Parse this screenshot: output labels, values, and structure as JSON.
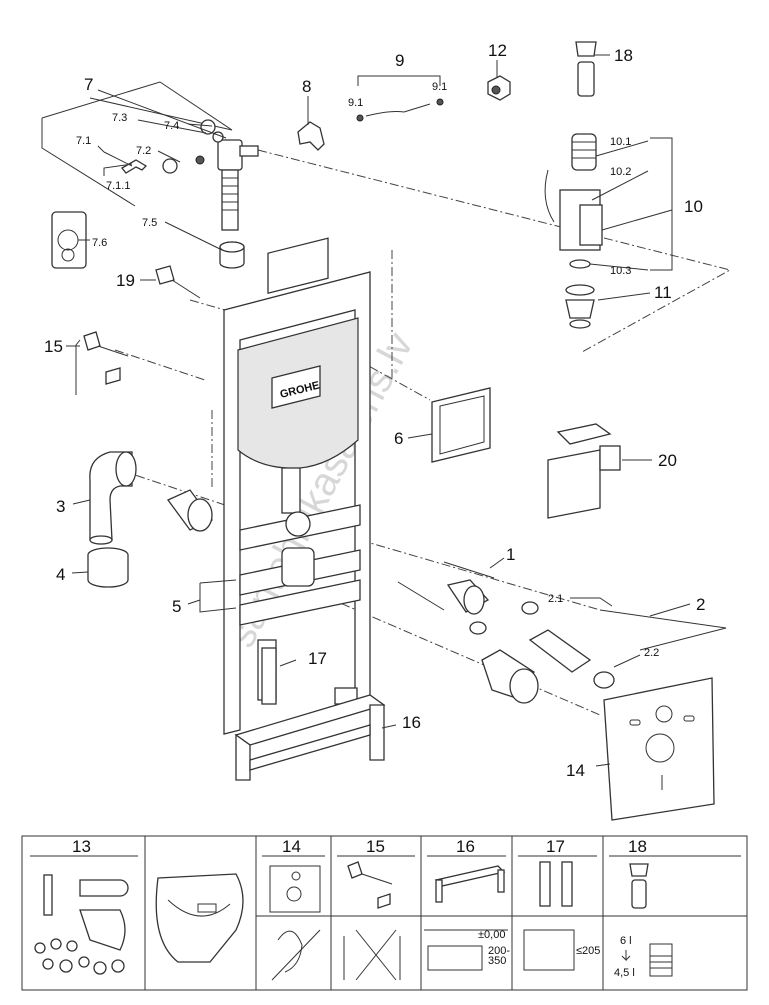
{
  "brand": "GROHE",
  "watermark": "santehnikasalons.lv",
  "labels": {
    "p1": "1",
    "p2": "2",
    "p2_1": "2.1",
    "p2_2": "2.2",
    "p3": "3",
    "p4": "4",
    "p5": "5",
    "p6": "6",
    "p7": "7",
    "p7_1": "7.1",
    "p7_1_1": "7.1.1",
    "p7_2": "7.2",
    "p7_3": "7.3",
    "p7_4": "7.4",
    "p7_5": "7.5",
    "p7_6": "7.6",
    "p8": "8",
    "p9": "9",
    "p9_1a": "9.1",
    "p9_1b": "9.1",
    "p10": "10",
    "p10_1": "10.1",
    "p10_2": "10.2",
    "p10_3": "10.3",
    "p11": "11",
    "p12": "12",
    "p14": "14",
    "p15": "15",
    "p16": "16",
    "p17": "17",
    "p18": "18",
    "p19": "19",
    "p20": "20"
  },
  "accessory_table": {
    "headers": [
      "13",
      "",
      "14",
      "15",
      "16",
      "17",
      "18"
    ],
    "notes": {
      "height_zero": "±0,00",
      "height_range_top": "200-",
      "height_range_bottom": "350",
      "max_depth": "≤205",
      "flush_6": "6 l",
      "flush_45": "4,5 l"
    }
  }
}
